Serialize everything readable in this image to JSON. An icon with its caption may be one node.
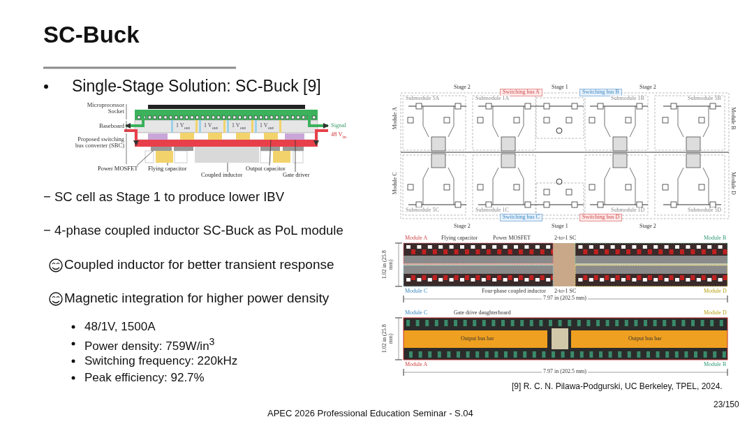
{
  "diagram": {
    "title": "SC-Buck",
    "nodes": [
      {
        "text": [
          "Power MOSFET"
        ]
      },
      {
        "text": [
          "Flying capacitor"
        ]
      },
      {
        "text": [
          "Coupled inductor"
        ]
      },
      {
        "text": [
          "Output capacitor"
        ]
      },
      {
        "text": [
          "Gate driver"
        ]
      },
      {
        "text": [],
        "shape": "box"
      },
      {
        "text": [],
        "shape": "box"
      },
      {
        "text": [],
        "shape": "box"
      },
      {
        "text": [],
        "shape": "box"
      },
      {
        "text": [],
        "shape": "box"
      }
    ],
    "edges": [
      {
        "from": 0,
        "to": 5,
        "arrow": "none"
      },
      {
        "from": 1,
        "to": 6,
        "arrow": "none"
      },
      {
        "from": 2,
        "to": 7,
        "arrow": "none"
      },
      {
        "from": 3,
        "to": 8,
        "arrow": "none"
      },
      {
        "from": 4,
        "to": 9,
        "arrow": "none"
      }
    ],
    "labels": [
      "Single-Stage Solution:  SC-Buck [9]",
      "− SC cell as Stage 1 to produce lower IBV",
      "− 4-phase coupled inductor SC-Buck as PoL module",
      "Coupled inductor for better transient response",
      "Magnetic integration for higher power density",
      "48/1V, 1500A",
      "Power density:  759W/in$^{3}$",
      "Switching frequency:  220kHz",
      "Peak efficiency:  92.7%",
      "Microprocessor Socket",
      "Baseboard",
      "Proposed switching bus converter (SBC)",
      "Signal",
      "48 V$_{in}$",
      "1 V$_{out}$",
      "1 V$_{out}$",
      "1 V$_{out}$",
      "1 V$_{out}$",
      "Stage 2",
      "Stage 1",
      "Stage 2",
      "Switching bus A",
      "Switching bus B",
      "Submodule 5A",
      "Submodule 1A",
      "Submodule 1B",
      "Submodule 5B",
      "Module A",
      "Module B",
      "Module C",
      "Module D",
      "Submodule 5C",
      "Submodule 1C",
      "Submodule 1D",
      "Submodule 5D",
      "Switching bus C",
      "Switching bus D",
      "Stage 2",
      "Stage 1",
      "Stage 2",
      "Module A",
      "Flying capacitor",
      "Power MOSFET",
      "2-to-1 SC",
      "Module B",
      "1.02 in (25.8 mm)",
      "Module C",
      "Four-phase coupled inductor",
      "2-to-1 SC",
      "Module D",
      "7.97 in (202.5 mm)",
      "Module C",
      "Gate drive daughterboard",
      "Module D",
      "1.02 in (25.8 mm)",
      "Output bus bar",
      "Output bus bar",
      "Module A",
      "Module B",
      "7.97 in (202.5 mm)",
      "[9] R. C. N. Pilawa-Podgurski, UC Berkeley, TPEL, 2024.",
      "APEC 2026 Professional Education Seminar  -  S.04",
      "23/150"
    ]
  }
}
